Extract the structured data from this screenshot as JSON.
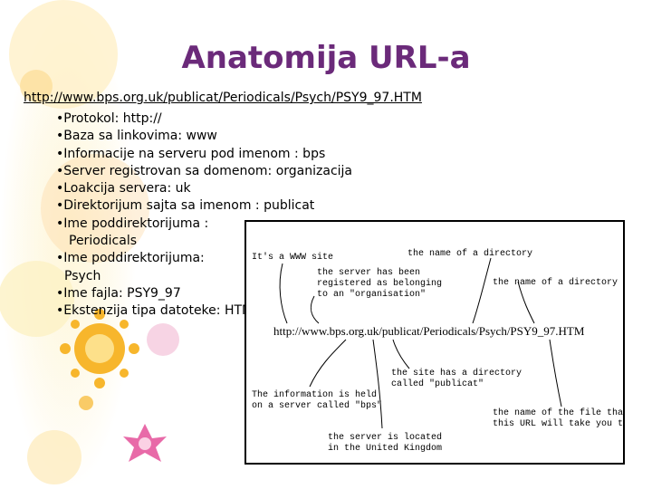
{
  "slide": {
    "title": "Anatomija URL-a",
    "url": "http://www.bps.org.uk/publicat/Periodicals/Psych/PSY9_97.HTM",
    "bullets": [
      "•Protokol: http://",
      "•Baza sa linkovima: www",
      "•Informacije na serveru pod imenom : bps",
      "•Server registrovan sa domenom: organizacija",
      "•Loakcija servera: uk",
      "•Direktorijum sajta sa imenom : publicat",
      "•Ime poddirektorijuma :",
      "Periodicals",
      "•Ime poddirektorijuma:",
      "Psych",
      "•Ime fajla: PSY9_97",
      "•Ekstenzija tipa datoteke: HTM"
    ]
  },
  "figure": {
    "url": "http://www.bps.org.uk/publicat/Periodicals/Psych/PSY9_97.HTM",
    "annotations": {
      "www_site": "It's a WWW site",
      "dir_name_top": "the name of a directory",
      "registered_1": "the server has been",
      "registered_2": "registered as belonging",
      "registered_3": "to an \"organisation\"",
      "dir_name_right": "the name of a directory",
      "publicat_1": "the site has a directory",
      "publicat_2": "called \"publicat\"",
      "held_1": "The information is held",
      "held_2": "on a server called \"bps\"",
      "file_1": "the name of the file that",
      "file_2": "this URL will take you to",
      "located_1": "the server is located",
      "located_2": "in the United Kingdom"
    }
  },
  "decor_colors": {
    "title": "#6b2a7a",
    "orange": "#f5a623",
    "pink": "#e86aa8",
    "cream": "#fdf1c4"
  }
}
